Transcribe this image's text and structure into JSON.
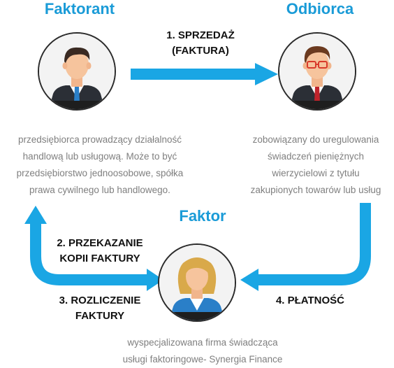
{
  "faktorant": {
    "title": "Faktorant",
    "description": [
      "przedsiębiorca prowadzący działalność",
      "handlową lub usługową. Może to być",
      "przedsiębiorstwo jednoosobowe, spółka",
      "prawa cywilnego lub handlowego."
    ]
  },
  "odbiorca": {
    "title": "Odbiorca",
    "description": [
      "zobowiązany do uregulowania",
      "świadczeń pieniężnych",
      "wierzycielowi z tytułu",
      "zakupionych towarów lub usług"
    ]
  },
  "faktor": {
    "title": "Faktor",
    "description": [
      "wyspecjalizowana firma świadcząca",
      "usługi faktoringowe- Synergia Finance"
    ]
  },
  "steps": {
    "step1": [
      "1. SPRZEDAŻ",
      "(FAKTURA)"
    ],
    "step2": [
      "2. PRZEKAZANIE",
      "KOPII FAKTURY"
    ],
    "step3": [
      "3. ROZLICZENIE",
      "FAKTURY"
    ],
    "step4": [
      "4. PŁATNOŚĆ"
    ]
  },
  "colors": {
    "accent": "#1a9bd7",
    "arrow": "#1aa6e4",
    "text_gray": "#7f7f7f"
  },
  "icons": {
    "faktorant": "businessman-icon",
    "odbiorca": "businessman-glasses-icon",
    "faktor": "businesswoman-icon"
  }
}
